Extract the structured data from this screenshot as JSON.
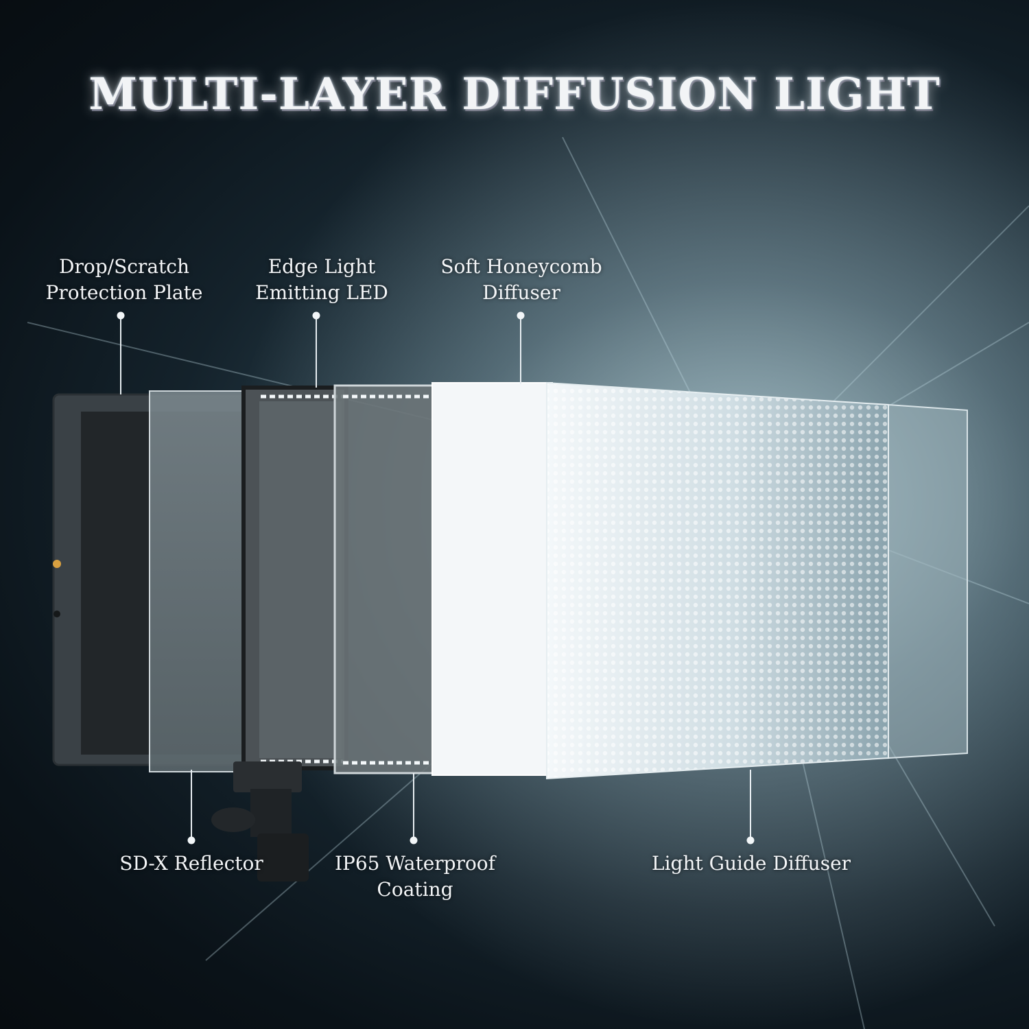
{
  "title": "MULTI-LAYER DIFFUSION LIGHT",
  "labels": {
    "protection_plate": [
      "Drop/Scratch",
      "Protection Plate"
    ],
    "edge_led": [
      "Edge Light",
      "Emitting LED"
    ],
    "honeycomb": [
      "Soft Honeycomb",
      "Diffuser"
    ],
    "reflector": [
      "SD-X Reflector"
    ],
    "waterproof": [
      "IP65 Waterproof",
      "Coating"
    ],
    "light_guide": [
      "Light Guide Diffuser"
    ]
  },
  "colors": {
    "background_dark": "#0a1218",
    "background_glow": "#6f8f98",
    "label_text": "#f4f6f8",
    "leader_line": "#e8eef2"
  }
}
